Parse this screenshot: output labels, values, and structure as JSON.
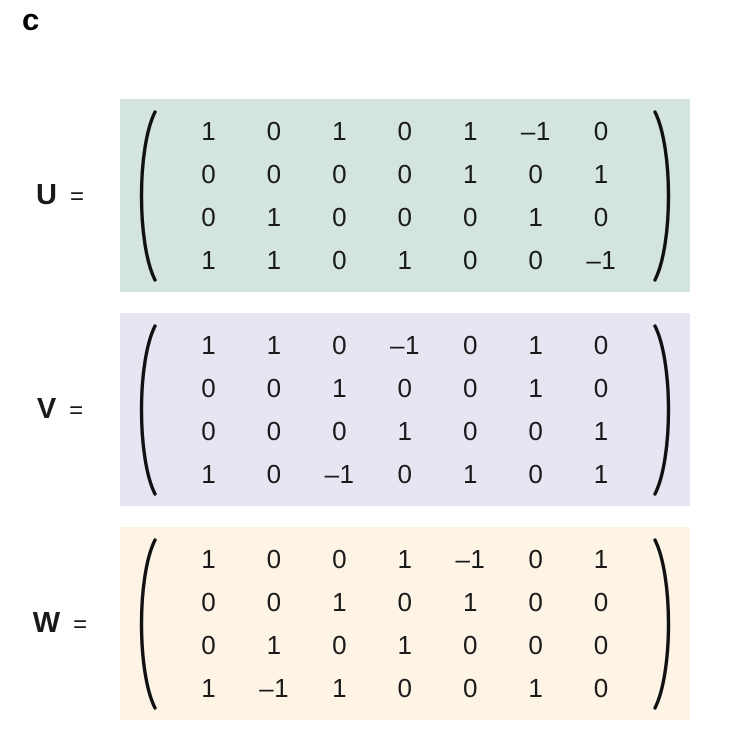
{
  "panel_label": "c",
  "text_color": "#1a1a1a",
  "paren_color": "#111111",
  "matrices": [
    {
      "name": "U",
      "eq": "=",
      "bg": "#d3e5dc",
      "rows": [
        [
          1,
          0,
          1,
          0,
          1,
          -1,
          0
        ],
        [
          0,
          0,
          0,
          0,
          1,
          0,
          1
        ],
        [
          0,
          1,
          0,
          0,
          0,
          1,
          0
        ],
        [
          1,
          1,
          0,
          1,
          0,
          0,
          -1
        ]
      ]
    },
    {
      "name": "V",
      "eq": "=",
      "bg": "#e9e4f2",
      "rows": [
        [
          1,
          1,
          0,
          -1,
          0,
          1,
          0
        ],
        [
          0,
          0,
          1,
          0,
          0,
          1,
          0
        ],
        [
          0,
          0,
          0,
          1,
          0,
          0,
          1
        ],
        [
          1,
          0,
          -1,
          0,
          1,
          0,
          1
        ]
      ]
    },
    {
      "name": "W",
      "eq": "=",
      "bg": "#fdf4e6",
      "rows": [
        [
          1,
          0,
          0,
          1,
          -1,
          0,
          1
        ],
        [
          0,
          0,
          1,
          0,
          1,
          0,
          0
        ],
        [
          0,
          1,
          0,
          1,
          0,
          0,
          0
        ],
        [
          1,
          -1,
          1,
          0,
          0,
          1,
          0
        ]
      ]
    }
  ]
}
